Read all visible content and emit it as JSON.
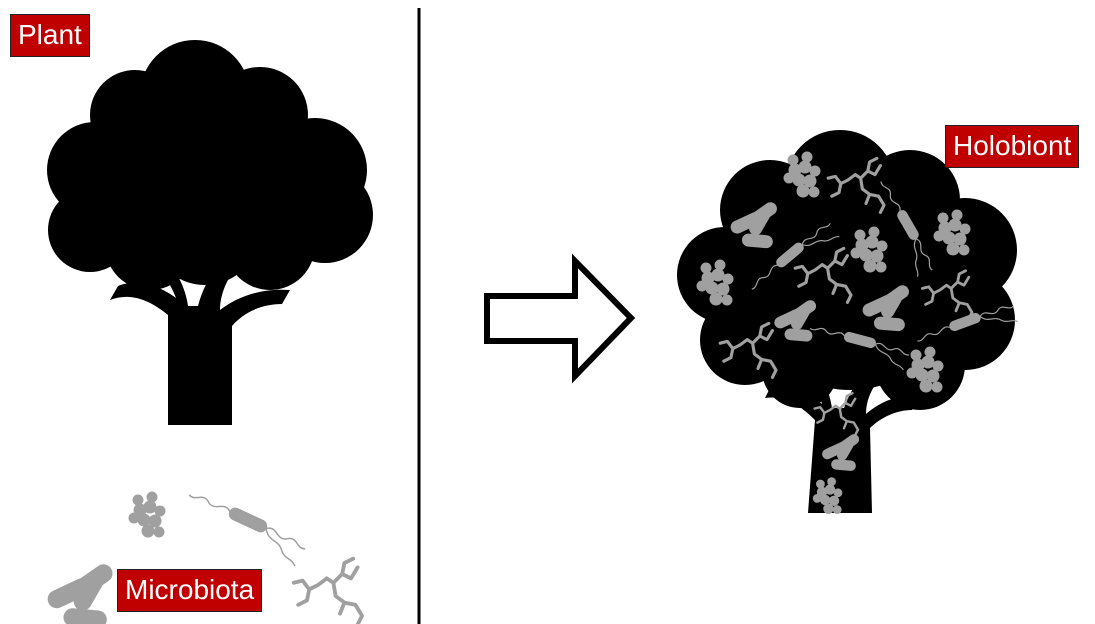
{
  "labels": {
    "plant": "Plant",
    "holobiont": "Holobiont",
    "microbiota": "Microbiota"
  },
  "colors": {
    "label_background": "#c00000",
    "label_text": "#ffffff",
    "silhouette": "#000000",
    "microbe": "#a0a0a0"
  },
  "icons": [
    "tree-icon",
    "arrow-right-icon",
    "holobiont-tree-icon",
    "coccus-cluster-icon",
    "rod-bacterium-icon",
    "flagellated-bacterium-icon",
    "filamentous-fungus-icon"
  ]
}
